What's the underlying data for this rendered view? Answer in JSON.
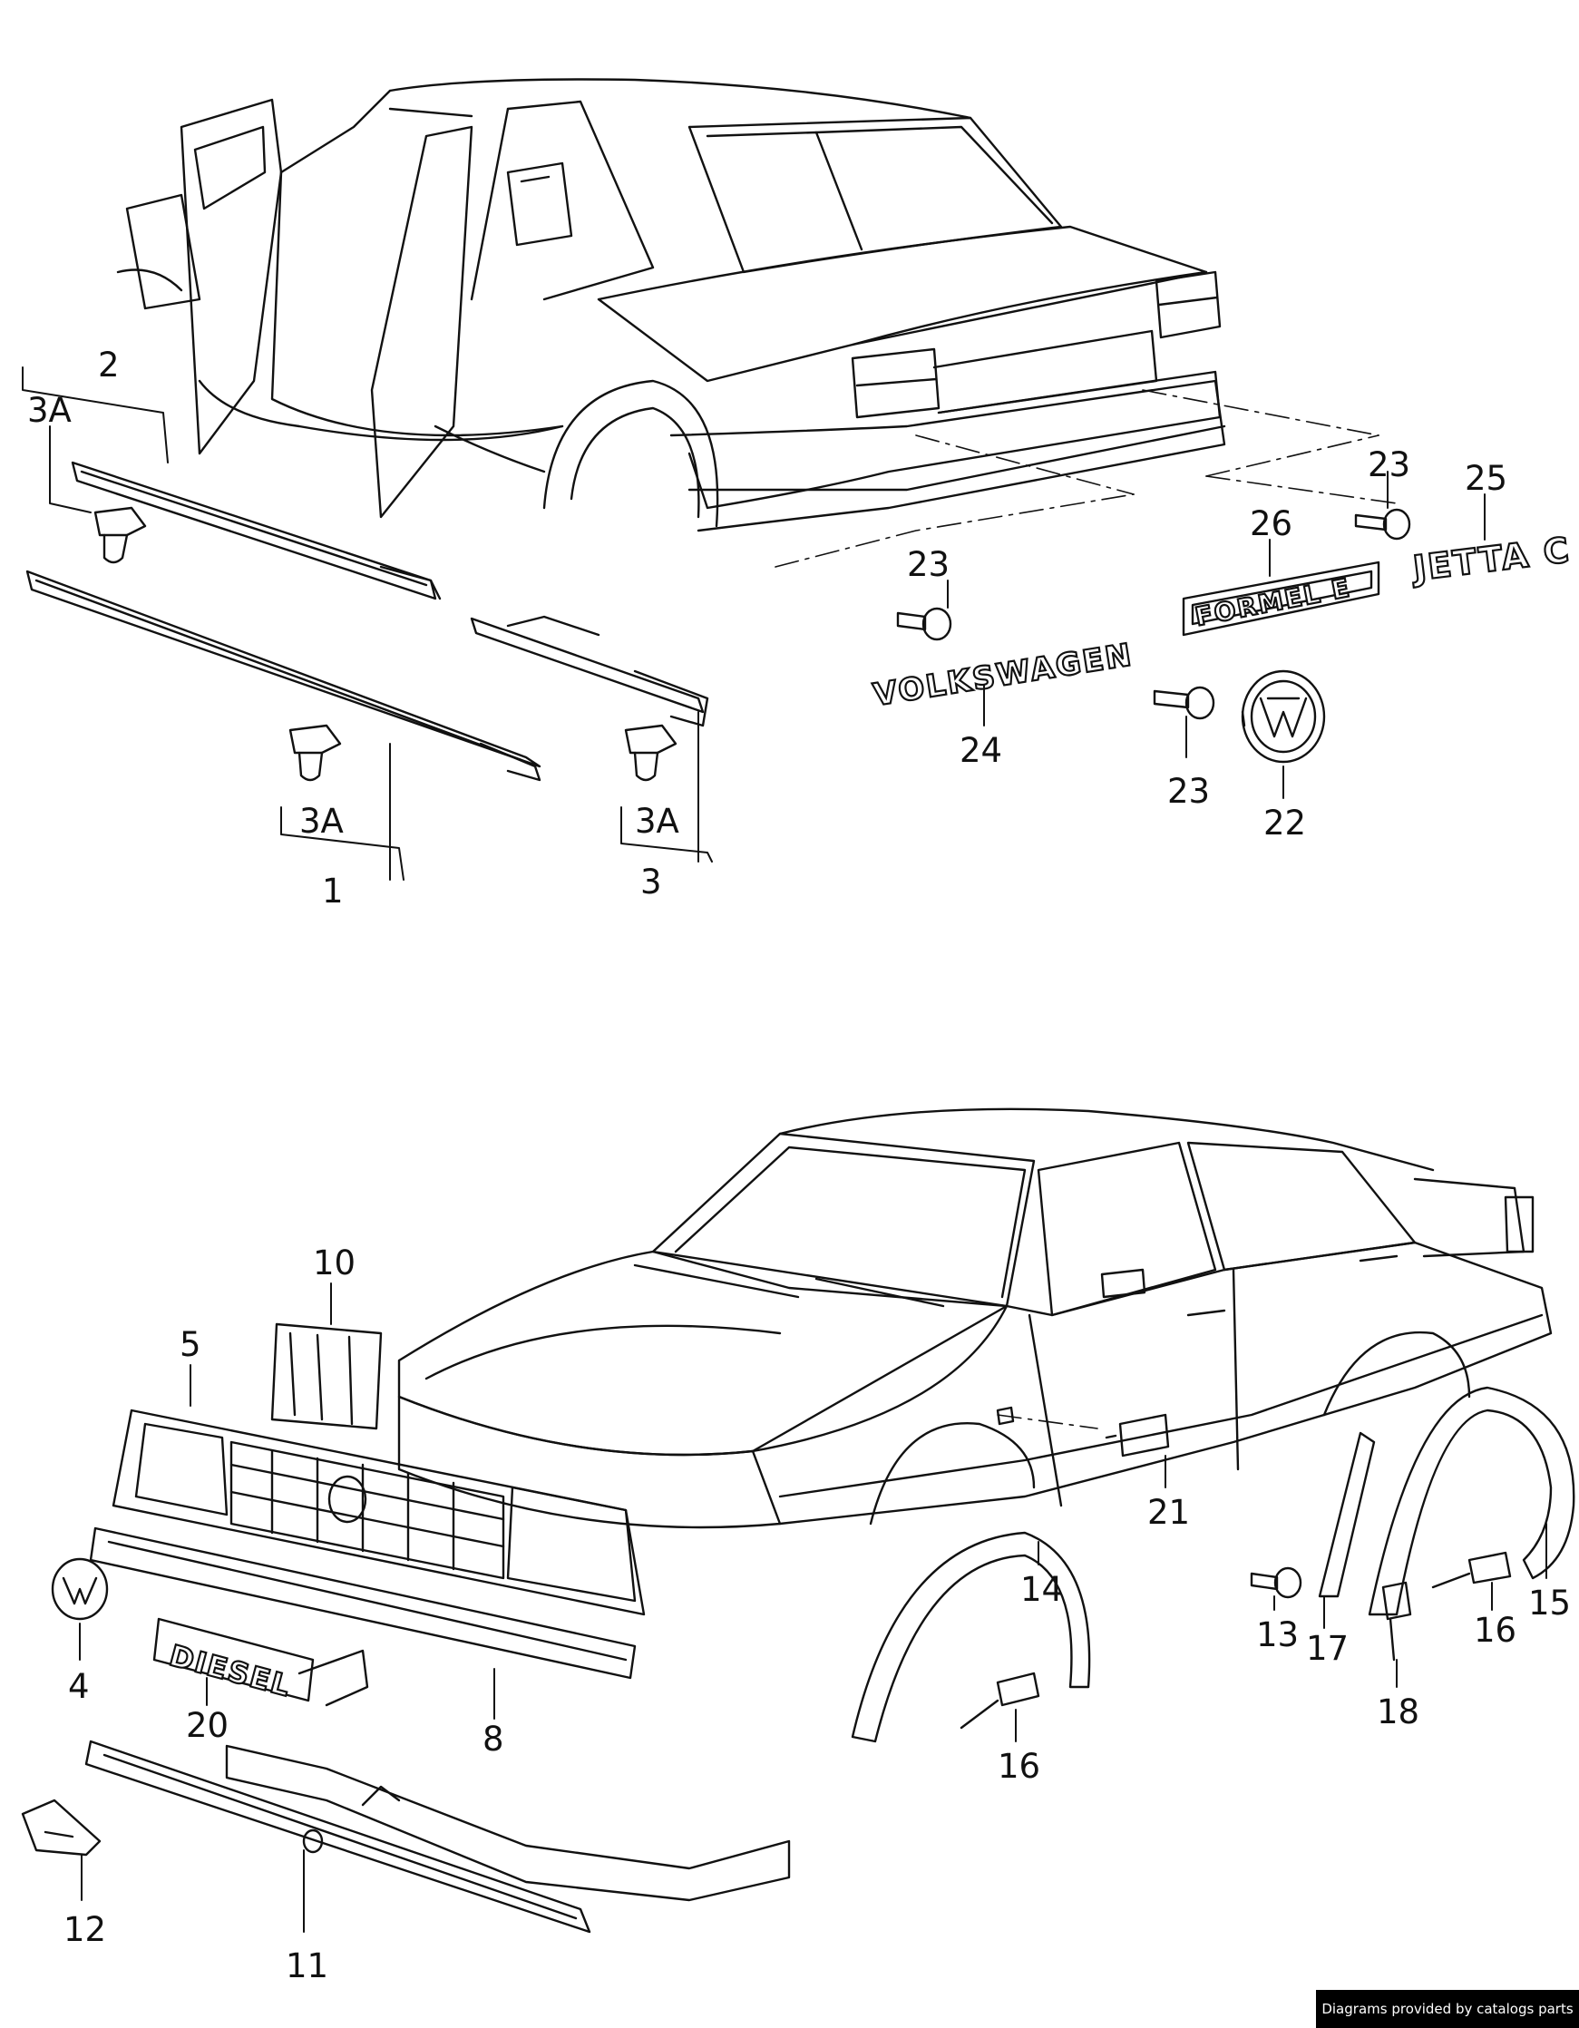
{
  "callouts": {
    "c1": "1",
    "c2": "2",
    "c3": "3",
    "c3a_top": "3A",
    "c3a_mid": "3A",
    "c3a_right": "3A",
    "c4": "4",
    "c5": "5",
    "c8": "8",
    "c10": "10",
    "c11": "11",
    "c12": "12",
    "c13": "13",
    "c14": "14",
    "c15": "15",
    "c16_left": "16",
    "c16_right": "16",
    "c17": "17",
    "c18": "18",
    "c20": "20",
    "c21": "21",
    "c22": "22",
    "c23_a": "23",
    "c23_b": "23",
    "c23_c": "23",
    "c24": "24",
    "c25": "25",
    "c26": "26"
  },
  "emblems": {
    "volkswagen": "VOLKSWAGEN",
    "formel_e": "FORMEL E",
    "jetta_c": "JETTA C",
    "diesel": "DIESEL"
  },
  "credit": "Diagrams provided by catalogs parts"
}
